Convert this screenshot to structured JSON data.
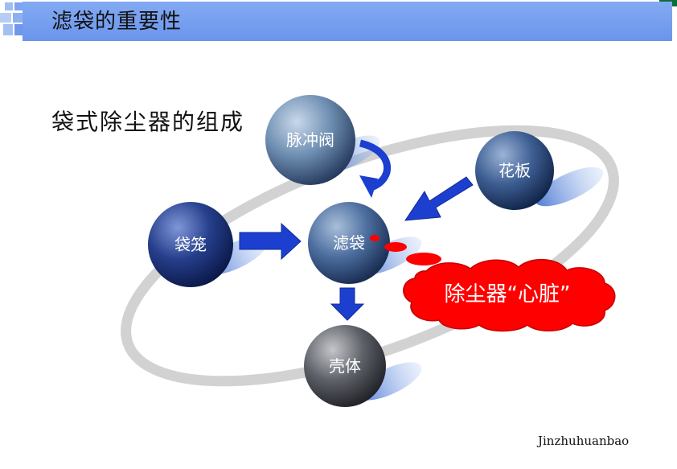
{
  "slide": {
    "title": "滤袋的重要性",
    "subtitle": "袋式除尘器的组成",
    "footer": "Jinzhuhuanbao"
  },
  "diagram": {
    "nodes": [
      {
        "id": "maichongfa",
        "label": "脉冲阀",
        "color": "#6f8fb2"
      },
      {
        "id": "huaban",
        "label": "花板",
        "color": "#3e5f93"
      },
      {
        "id": "daibong",
        "label": "袋笼",
        "color": "#263f8c"
      },
      {
        "id": "lvdai",
        "label": "滤袋",
        "color": "#4c6e9f"
      },
      {
        "id": "keti",
        "label": "壳体",
        "color": "#5f6168"
      }
    ],
    "callout": "除尘器“心脏”",
    "colors": {
      "arrow": "#1c3fcf",
      "cloud": "#ff0000",
      "ring": "#d2d2d2"
    }
  }
}
